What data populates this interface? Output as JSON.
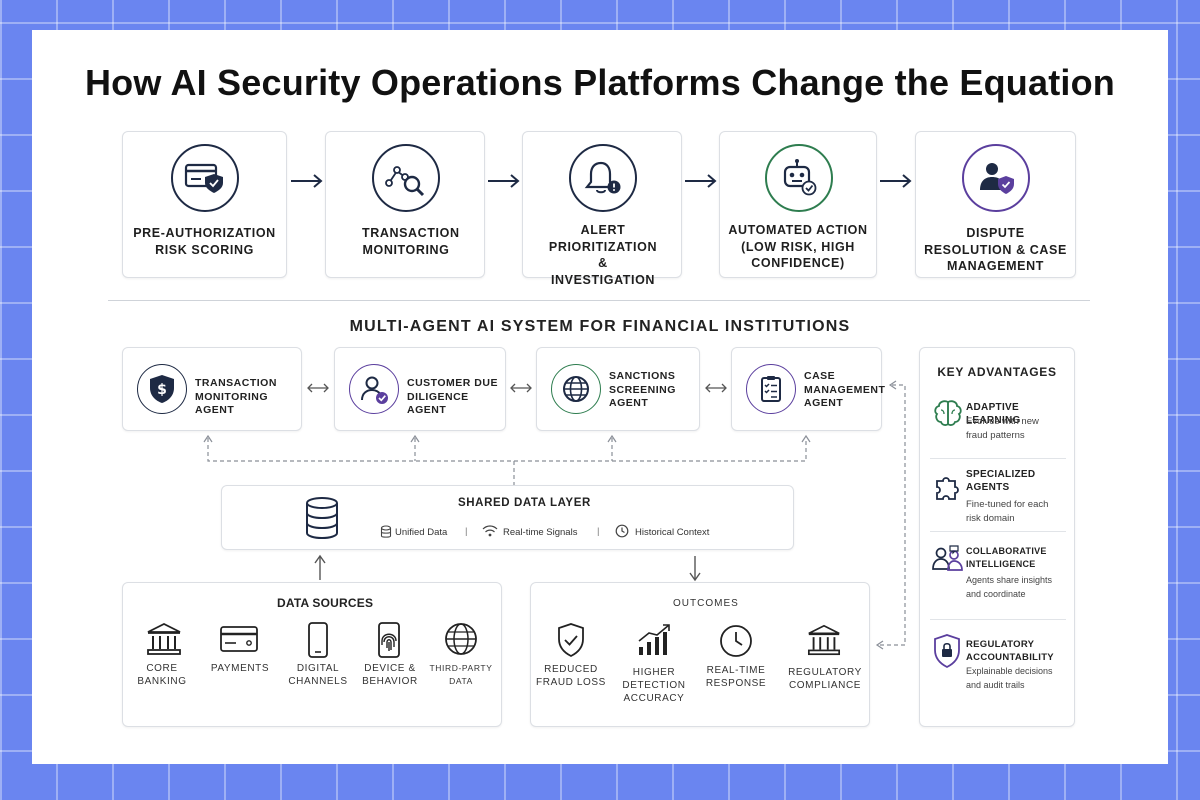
{
  "title": "How AI Security Operations Platforms Change the Equation",
  "steps": [
    {
      "label": "PRE-AUTHORIZATION RISK SCORING",
      "icon": "card-shield-icon"
    },
    {
      "label": "TRANSACTION MONITORING",
      "icon": "graph-magnifier-icon"
    },
    {
      "label": "ALERT PRIORITIZATION & INVESTIGATION",
      "icon": "bell-alert-icon"
    },
    {
      "label": "AUTOMATED ACTION (LOW RISK, HIGH CONFIDENCE)",
      "icon": "robot-check-icon"
    },
    {
      "label": "DISPUTE RESOLUTION & CASE MANAGEMENT",
      "icon": "person-shield-icon"
    }
  ],
  "multi_agent_title": "MULTI-AGENT AI SYSTEM FOR FINANCIAL INSTITUTIONS",
  "agents": [
    {
      "label_1": "TRANSACTION",
      "label_2": "MONITORING AGENT",
      "label_3": ""
    },
    {
      "label_1": "CUSTOMER DUE",
      "label_2": "DILIGENCE AGENT",
      "label_3": ""
    },
    {
      "label_1": "SANCTIONS",
      "label_2": "SCREENING",
      "label_3": "AGENT"
    },
    {
      "label_1": "CASE",
      "label_2": "MANAGEMENT",
      "label_3": "AGENT"
    }
  ],
  "shared_layer": {
    "title": "SHARED DATA LAYER",
    "items": [
      "Unified Data",
      "Real-time Signals",
      "Historical Context"
    ],
    "separator": "|"
  },
  "data_sources": {
    "title": "DATA SOURCES",
    "items": [
      {
        "l1": "CORE",
        "l2": "BANKING"
      },
      {
        "l1": "PAYMENTS",
        "l2": ""
      },
      {
        "l1": "DIGITAL",
        "l2": "CHANNELS"
      },
      {
        "l1": "DEVICE &",
        "l2": "BEHAVIOR"
      },
      {
        "l1": "THIRD-PARTY",
        "l2": "DATA"
      }
    ]
  },
  "outcomes": {
    "title": "OUTCOMES",
    "items": [
      {
        "l1": "REDUCED",
        "l2": "FRAUD LOSS",
        "l3": ""
      },
      {
        "l1": "HIGHER",
        "l2": "DETECTION",
        "l3": "ACCURACY"
      },
      {
        "l1": "REAL-TIME",
        "l2": "RESPONSE",
        "l3": ""
      },
      {
        "l1": "REGULATORY",
        "l2": "COMPLIANCE",
        "l3": ""
      }
    ]
  },
  "advantages": {
    "title": "KEY ADVANTAGES",
    "items": [
      {
        "t1": "ADAPTIVE LEARNING",
        "t2": "",
        "d1": "Evolves with new",
        "d2": "fraud patterns"
      },
      {
        "t1": "SPECIALIZED",
        "t2": "AGENTS",
        "d1": "Fine-tuned for each",
        "d2": "risk domain"
      },
      {
        "t1": "COLLABORATIVE",
        "t2": "INTELLIGENCE",
        "d1": "Agents share insights",
        "d2": "and coordinate"
      },
      {
        "t1": "REGULATORY",
        "t2": "ACCOUNTABILITY",
        "d1": "Explainable decisions",
        "d2": "and audit trails"
      }
    ]
  },
  "colors": {
    "navy": "#1e2a44",
    "green": "#2e7d4f",
    "purple": "#5b3f9e",
    "background": "#6a85f0"
  }
}
